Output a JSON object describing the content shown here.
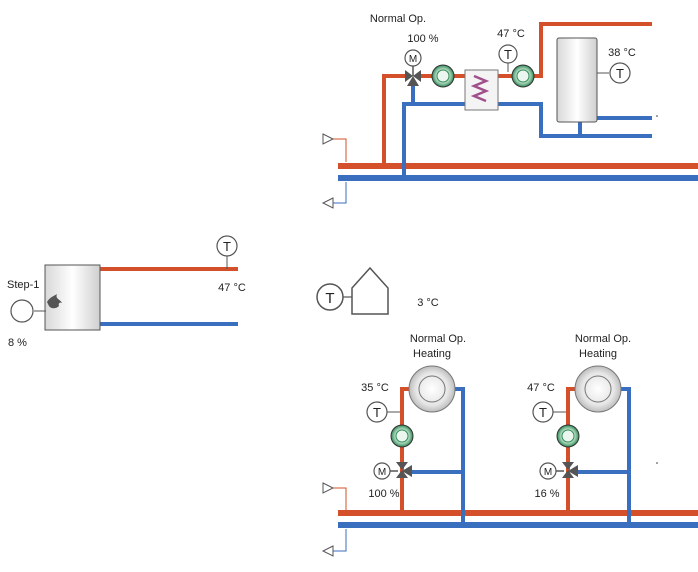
{
  "colors": {
    "supply": "#d4502a",
    "return": "#3a6fbf",
    "pump_fill": "#8fd0a8",
    "symbol_stroke": "#555555"
  },
  "boiler": {
    "step_label": "Step-1",
    "modulation": "8 %",
    "flow_temp": "47 °C",
    "icon": "flame-icon"
  },
  "outdoor": {
    "temp": "3 °C",
    "icon": "house-icon"
  },
  "dhw": {
    "mode": "Normal Op.",
    "valve_pos": "100 %",
    "exchanger_temp": "47 °C",
    "tank_temp": "38 °C"
  },
  "circuits": [
    {
      "mode": "Normal Op.",
      "state": "Heating",
      "flow_temp": "35 °C",
      "valve_pos": "100 %"
    },
    {
      "mode": "Normal Op.",
      "state": "Heating",
      "flow_temp": "47 °C",
      "valve_pos": "16 %"
    }
  ],
  "symbols": {
    "temp_sensor": "T",
    "motor": "M"
  }
}
